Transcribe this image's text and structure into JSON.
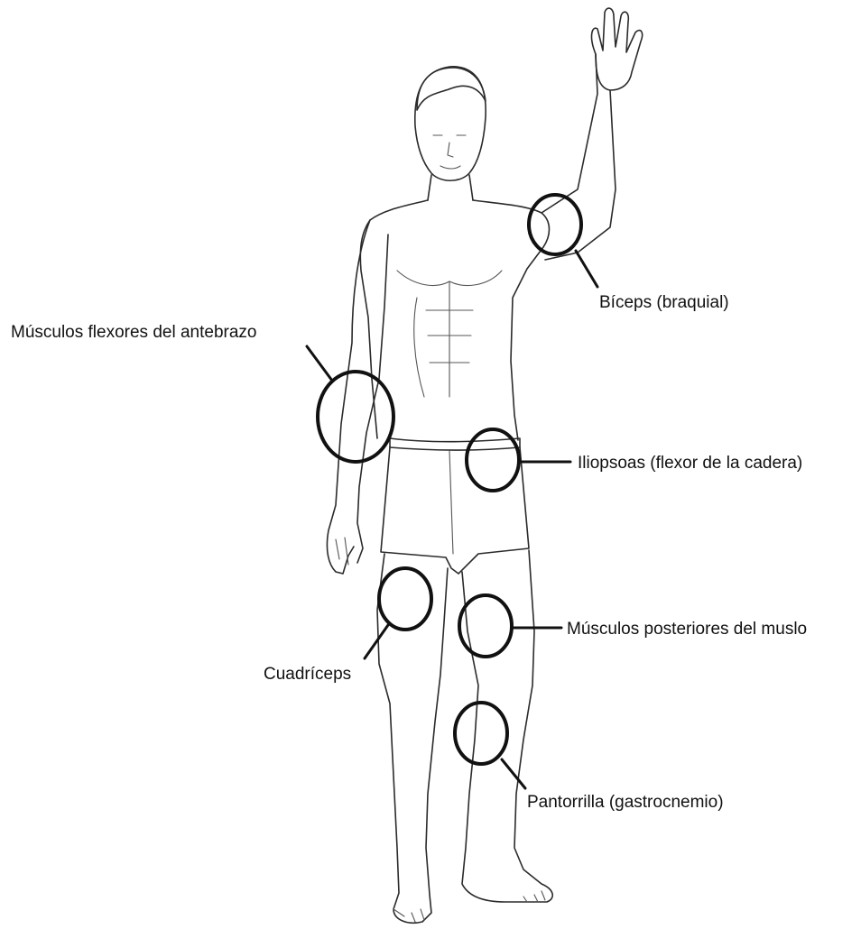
{
  "figure": {
    "line_color": "#111111",
    "callouts": [
      {
        "id": "biceps",
        "label": "Bíceps (braquial)"
      },
      {
        "id": "forearm",
        "label": "Músculos flexores del antebrazo"
      },
      {
        "id": "iliopsoas",
        "label": "Iliopsoas (flexor de la cadera)"
      },
      {
        "id": "hamstrings",
        "label": "Músculos posteriores del muslo"
      },
      {
        "id": "quadriceps",
        "label": "Cuadríceps"
      },
      {
        "id": "calf",
        "label": "Pantorrilla (gastrocnemio)"
      }
    ]
  }
}
